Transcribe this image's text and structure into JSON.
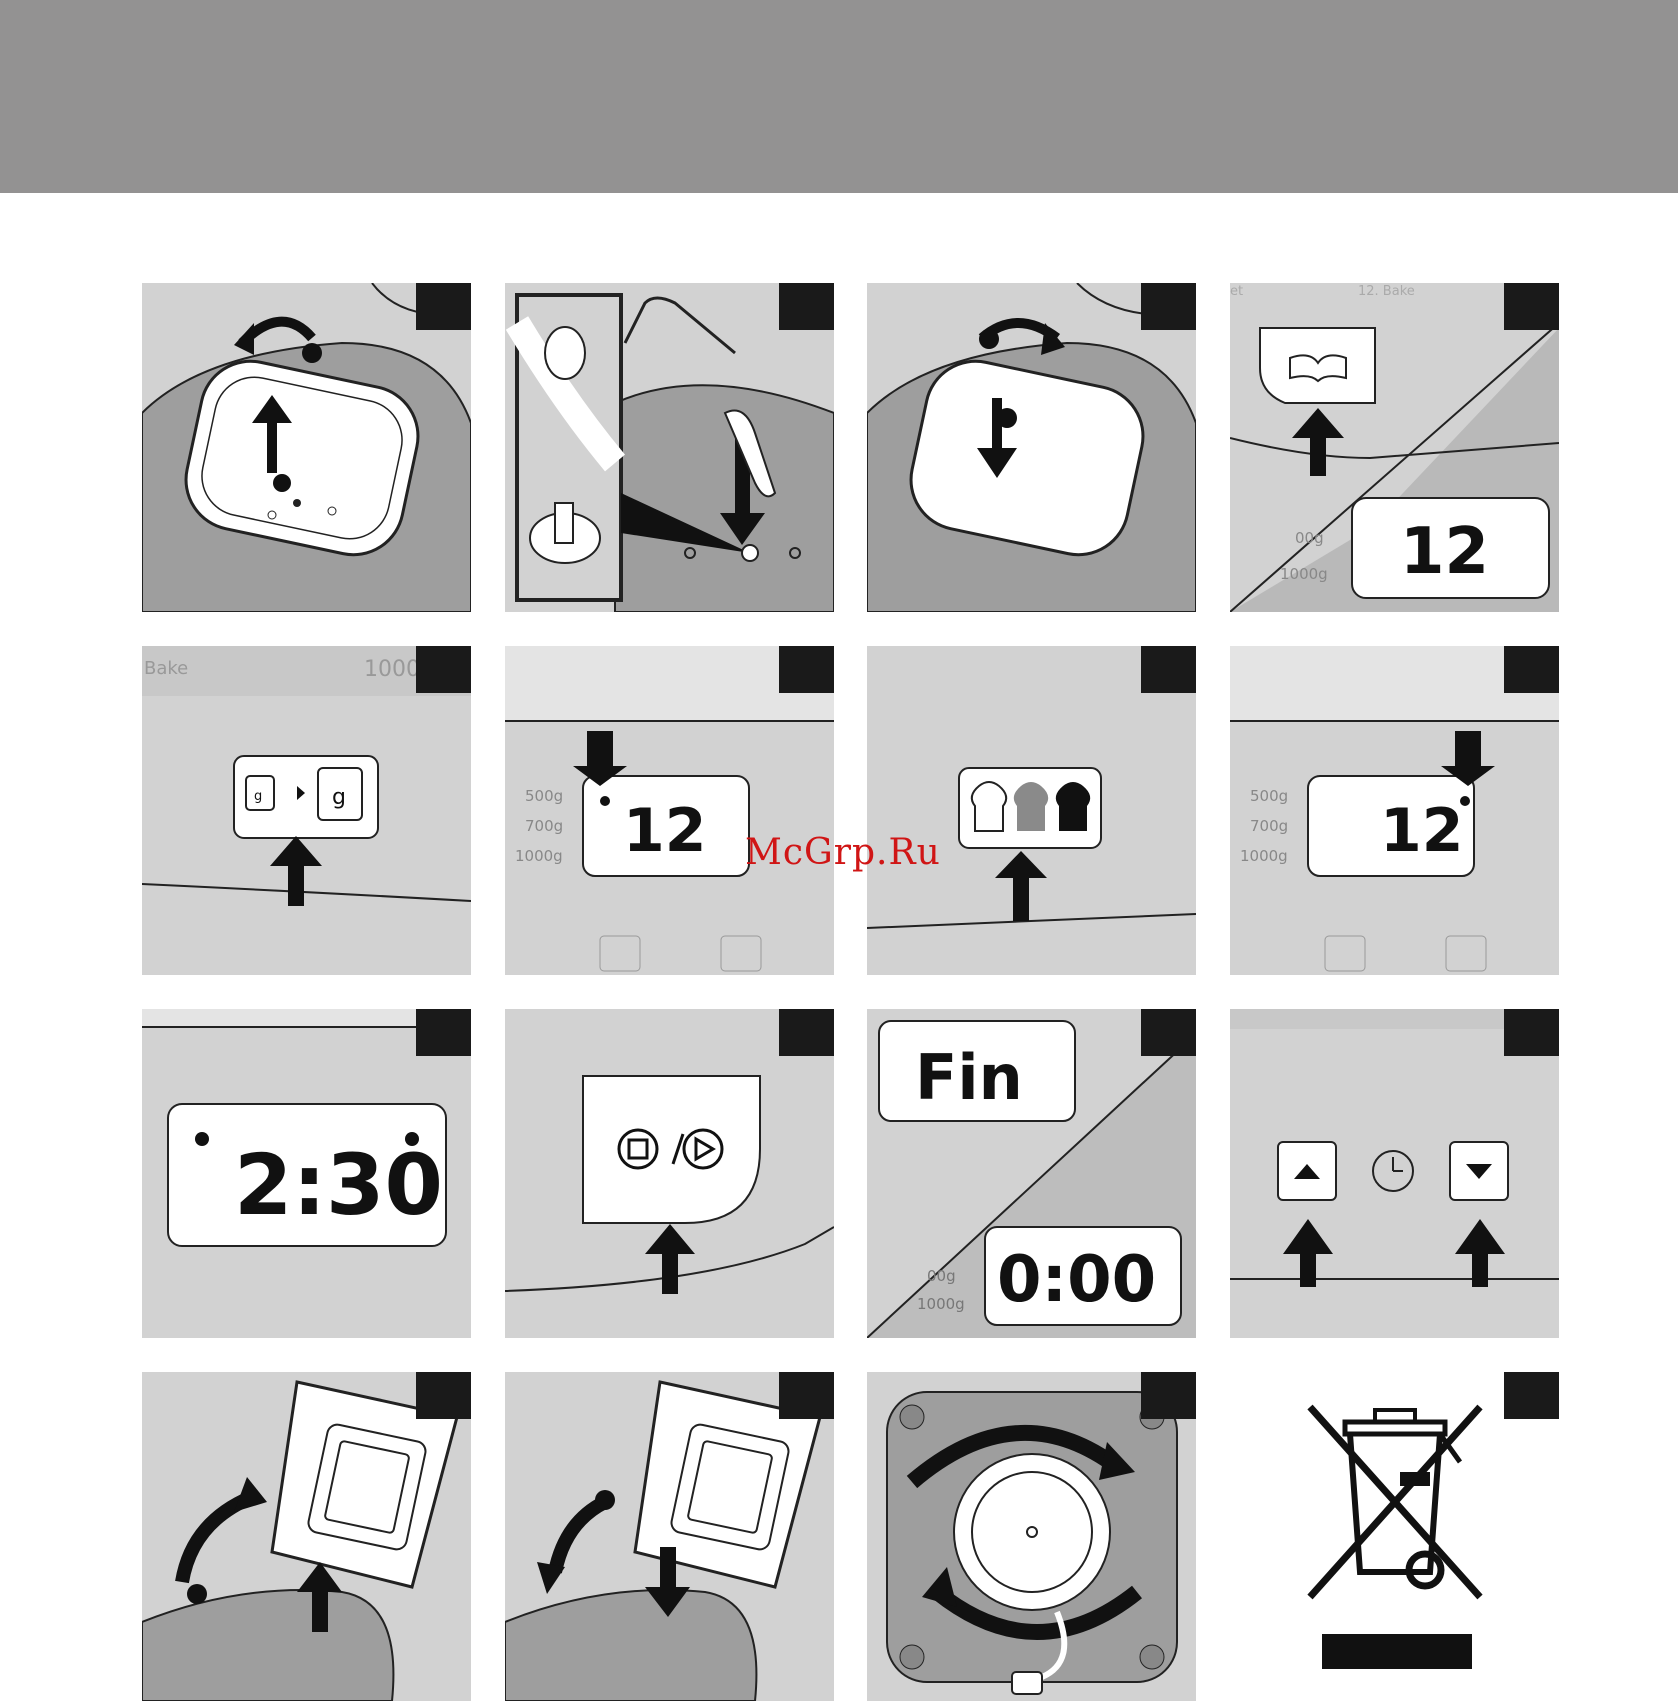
{
  "watermark": "McGrp.Ru",
  "panel_texts": {
    "p4_menu_label": "12. Bake",
    "p4_menu_label_left": "et",
    "p4_weights": [
      "00g",
      "1000g"
    ],
    "p5_bake": "Bake",
    "p5_weight": "1000",
    "p6_weights": [
      "500g",
      "700g",
      "1000g"
    ],
    "p8_weights": [
      "500g",
      "700g",
      "1000g"
    ],
    "p11_weights": [
      "00g",
      "1000g"
    ],
    "display_12": "12",
    "display_230": "2:30",
    "display_fin": "Fin",
    "display_000": "0:00",
    "weight_icon_glyph": "g"
  },
  "icons": [
    "book-icon",
    "weight-icon",
    "crust-icon",
    "start-stop-icon",
    "timer-icon",
    "up-arrow-icon",
    "down-arrow-icon",
    "weee-bin-icon"
  ],
  "colors": {
    "header": "#939292",
    "panel": "#d2d2d2",
    "badge": "#1a1a1a",
    "watermark": "#d01515"
  }
}
